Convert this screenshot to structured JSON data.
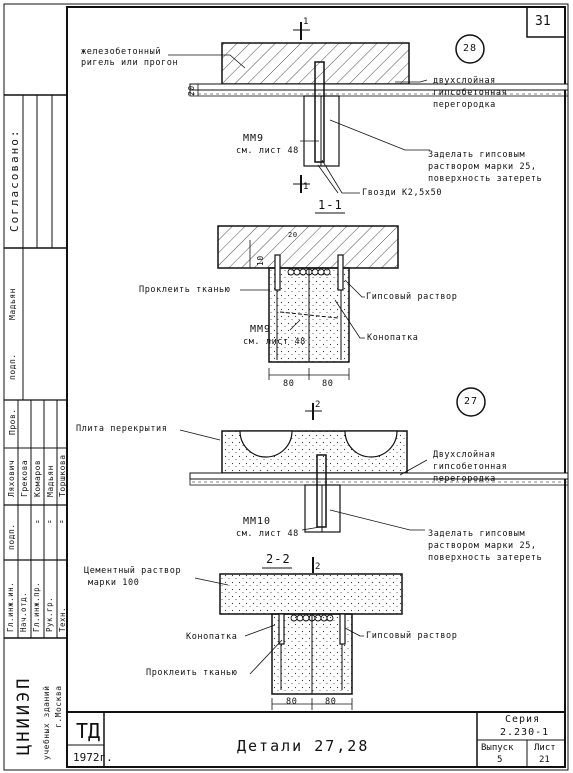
{
  "sheet": {
    "page_number": "31",
    "title": "Детали 27,28",
    "td": "ТД",
    "year": "1972г.",
    "series_label": "Серия",
    "series_value": "2.230-1",
    "issue_label": "Выпуск",
    "issue_value": "5",
    "list_label": "Лист",
    "list_value": "21"
  },
  "left_strip": {
    "agreed": "Согласовано:",
    "podp1": "подп.",
    "madyan_top": "Мадьян",
    "prov": "Пров.",
    "lyakhovich": "Ляхович",
    "grekova": "Грекова",
    "komarov": "Комаров",
    "madyan": "Мадьян",
    "torshkova": "Торшкова",
    "podp2": "подп.",
    "ditto1": "\"",
    "ditto2": "\"",
    "ditto3": "\"",
    "roles": [
      "Гл.инж.ин.",
      "Нач.отд.",
      "Гл.инж.пр.",
      "Рук.гр.",
      "Техн."
    ],
    "org_name": "ЦНИИЭП",
    "org_sub1": "учебных зданий",
    "org_sub2": "г.Москва"
  },
  "detail28": {
    "number": "28",
    "section_mark_top": "1",
    "section_mark_bottom": "1",
    "labels": {
      "beam": "железобетонный",
      "beam2": "ригель или прогон",
      "partition1": "двухслойная",
      "partition2": "гипсобетонная",
      "partition3": "перегородка",
      "mm": "ММ9",
      "sheet_ref": "см. лист 48",
      "seal1": "Заделать гипсовым",
      "seal2": "раствором марки 25,",
      "seal3": "поверхность затереть",
      "nails": "Гвозди К2,5х50",
      "dim20": "20"
    }
  },
  "section11": {
    "title": "1-1",
    "labels": {
      "glue": "Проклеить тканью",
      "gypsum": "Гипсовый раствор",
      "mm": "ММ9",
      "sheet_ref": "см. лист 48",
      "caulk": "Конопатка",
      "dim20": "20",
      "dim10": "10",
      "dim80a": "80",
      "dim80b": "80"
    }
  },
  "detail27": {
    "number": "27",
    "section_mark_top": "2",
    "section_mark_bottom": "2",
    "labels": {
      "slab": "Плита перекрытия",
      "partition1": "Двухслойная",
      "partition2": "гипсобетонная",
      "partition3": "перегородка",
      "mm": "ММ10",
      "sheet_ref": "см. лист 48",
      "seal1": "Заделать гипсовым",
      "seal2": "раствором марки 25,",
      "seal3": "поверхность затереть"
    }
  },
  "section22": {
    "title": "2-2",
    "labels": {
      "cement1": "Цементный раствор",
      "cement2": "марки 100",
      "caulk": "Конопатка",
      "gypsum": "Гипсовый раствор",
      "glue": "Проклеить тканью",
      "dim80a": "80",
      "dim80b": "80"
    }
  }
}
